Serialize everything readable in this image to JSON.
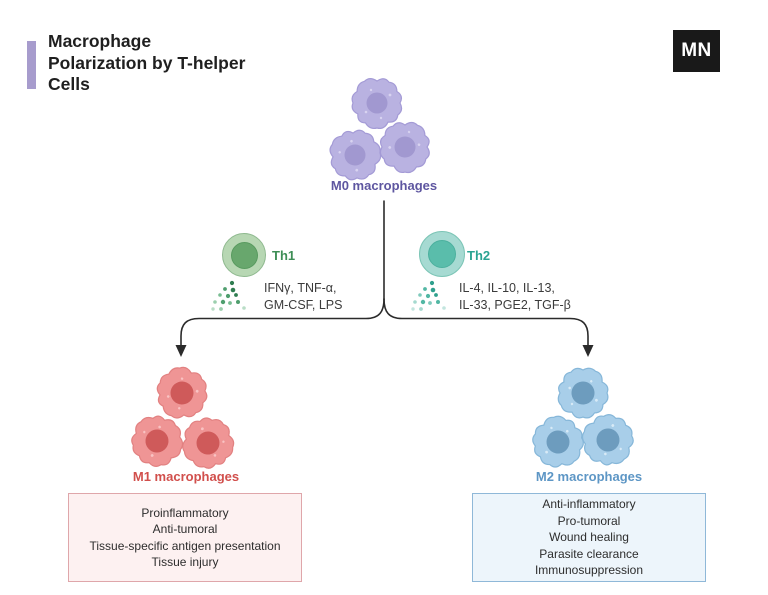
{
  "header": {
    "title_lines": [
      "Macrophage",
      "Polarization by T-helper",
      "Cells"
    ],
    "logo_text": "MN"
  },
  "m0": {
    "label": "M0 macrophages"
  },
  "th1": {
    "label": "Th1",
    "cytokines": {
      "line1": "IFNγ, TNF-α,",
      "line2": "GM-CSF, LPS"
    }
  },
  "th2": {
    "label": "Th2",
    "cytokines": {
      "line1": "IL-4, IL-10, IL-13,",
      "line2": "IL-33, PGE2, TGF-β"
    }
  },
  "m1": {
    "label": "M1 macrophages",
    "functions": [
      "Proinflammatory",
      "Anti-tumoral",
      "Tissue-specific antigen presentation",
      "Tissue injury"
    ]
  },
  "m2": {
    "label": "M2 macrophages",
    "functions": [
      "Anti-inflammatory",
      "Pro-tumoral",
      "Wound healing",
      "Parasite clearance",
      "Immunosuppression"
    ]
  },
  "colors": {
    "accent_bar": "#a79ccd",
    "logo_bg": "#191919",
    "m0_cell": "#b9b2e1",
    "m0_nucleus": "#a198d0",
    "m0_label": "#5e56a0",
    "m1_cell": "#ef9595",
    "m1_nucleus": "#cf5a5a",
    "m1_label": "#d14f4c",
    "m2_cell": "#a8cee9",
    "m2_nucleus": "#6d9cbe",
    "m2_label": "#5d96c5",
    "th1_outer": "#b7d7b3",
    "th1_inner": "#68a76d",
    "th1_label": "#3e8e56",
    "th2_outer": "#a6dad2",
    "th2_inner": "#5abdab",
    "th2_label": "#2aa392",
    "m1_box_bg": "#fdf1f1",
    "m1_box_border": "#dfa6aa",
    "m2_box_bg": "#edf5fb",
    "m2_box_border": "#8fb8d8",
    "connector": "#2b2b2b"
  }
}
